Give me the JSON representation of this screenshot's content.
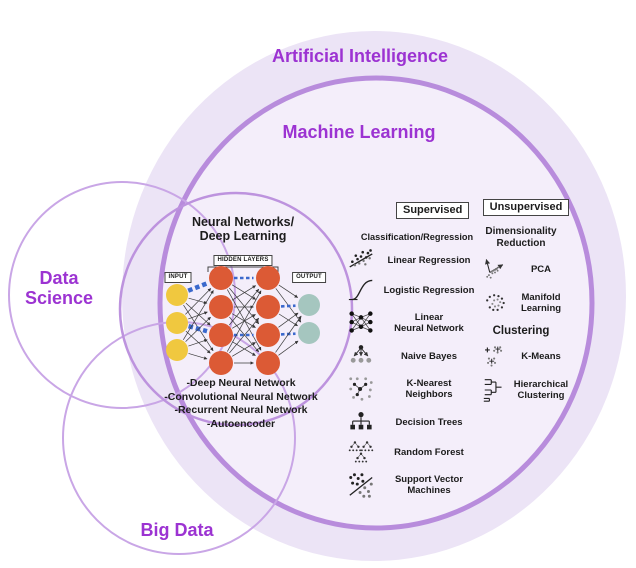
{
  "labels": {
    "ai": "Artificial Intelligence",
    "ml": "Machine Learning",
    "data_science": "Data\nScience",
    "big_data": "Big Data"
  },
  "nn": {
    "title": "Neural Networks/\nDeep Learning",
    "input_label": "INPUT",
    "hidden_label": "HIDDEN LAYERS",
    "output_label": "OUTPUT",
    "layers": [
      {
        "name": "input",
        "color": "#f0c83f",
        "nodes": 3
      },
      {
        "name": "hidden-1",
        "color": "#dc5a35",
        "nodes": 4
      },
      {
        "name": "hidden-2",
        "color": "#dc5a35",
        "nodes": 4
      },
      {
        "name": "output",
        "color": "#a5c6bf",
        "nodes": 2
      }
    ],
    "architectures": [
      "-Deep Neural Network",
      "-Convolutional Neural Network",
      "-Recurrent Neural Network",
      "-Autoencoder"
    ]
  },
  "supervised": {
    "header": "Supervised",
    "subheader": "Classification/Regression",
    "items": [
      {
        "icon": "linear-regression-icon",
        "label": "Linear Regression"
      },
      {
        "icon": "logistic-regression-icon",
        "label": "Logistic Regression"
      },
      {
        "icon": "linear-neural-network-icon",
        "label": "Linear\nNeural Network"
      },
      {
        "icon": "naive-bayes-icon",
        "label": "Naive Bayes"
      },
      {
        "icon": "k-nearest-neighbors-icon",
        "label": "K-Nearest\nNeighbors"
      },
      {
        "icon": "decision-trees-icon",
        "label": "Decision Trees"
      },
      {
        "icon": "random-forest-icon",
        "label": "Random Forest"
      },
      {
        "icon": "support-vector-machines-icon",
        "label": "Support Vector\nMachines"
      }
    ]
  },
  "unsupervised": {
    "header": "Unsupervised",
    "sections": [
      {
        "header": "Dimensionality\nReduction",
        "items": [
          {
            "icon": "pca-icon",
            "label": "PCA"
          },
          {
            "icon": "manifold-learning-icon",
            "label": "Manifold\nLearning"
          }
        ]
      },
      {
        "header": "Clustering",
        "items": [
          {
            "icon": "k-means-icon",
            "label": "K-Means"
          },
          {
            "icon": "hierarchical-clustering-icon",
            "label": "Hierarchical\nClustering"
          }
        ]
      }
    ]
  },
  "colors": {
    "purple_text": "#9c33d2",
    "ai_fill": "#ece4f6",
    "ml_fill": "#f4eefa",
    "ml_stroke": "#b88cdc",
    "nn_circle_stroke": "#bd93de",
    "thin_circle_stroke": "#c9a6e6",
    "input_node": "#f0c83f",
    "hidden_node": "#dc5a35",
    "output_node": "#a5c6bf",
    "highlight_dash": "#3a68cc",
    "text_black": "#1c1c1c"
  }
}
